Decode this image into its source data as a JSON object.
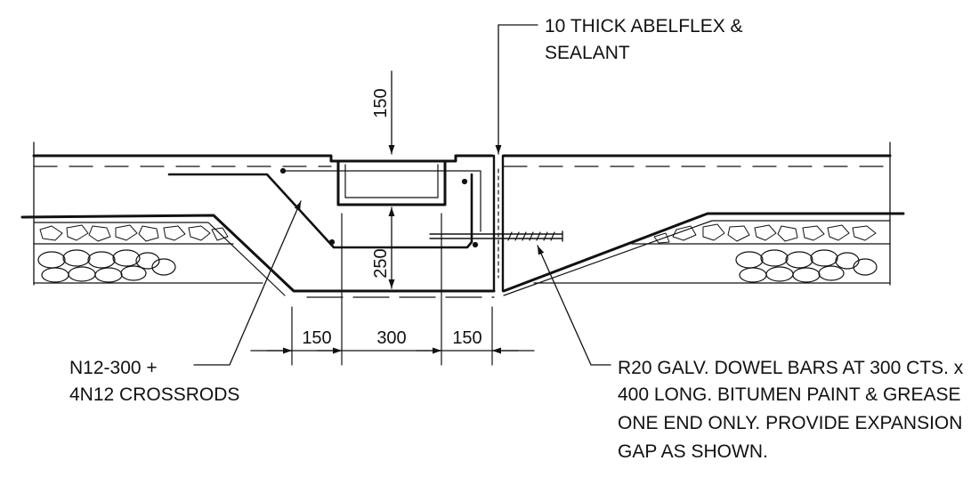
{
  "annotations": {
    "abelflex_line1": "10 THICK ABELFLEX &",
    "abelflex_line2": "SEALANT",
    "reo_line1": "N12-300 +",
    "reo_line2": "4N12 CROSSRODS",
    "dowel_line1": "R20 GALV. DOWEL BARS AT 300 CTS. x",
    "dowel_line2": "400 LONG. BITUMEN PAINT & GREASE",
    "dowel_line3": "ONE END ONLY. PROVIDE EXPANSION",
    "dowel_line4": "GAP AS SHOWN."
  },
  "dimensions": {
    "top_depth": "150",
    "thickening_depth": "250",
    "left_width": "150",
    "middle_width": "300",
    "right_width": "150"
  }
}
